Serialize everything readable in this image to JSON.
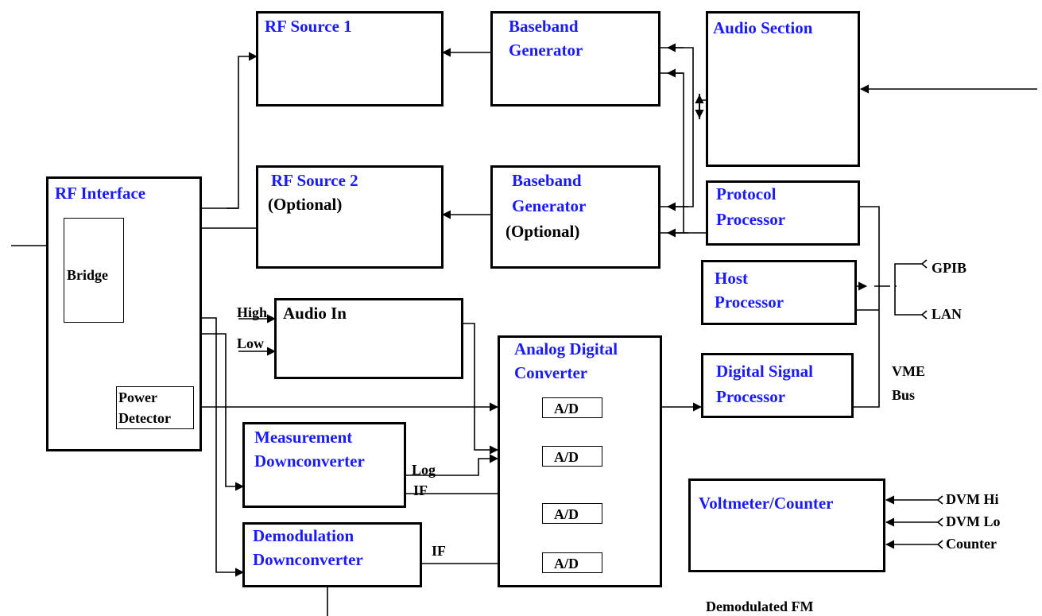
{
  "blocks": {
    "rf_source_1": "RF Source 1",
    "baseband_1_l1": "Baseband",
    "baseband_1_l2": "Generator",
    "audio_section": "Audio Section",
    "rf_source_2": "RF Source 2",
    "rf_source_2_opt": "(Optional)",
    "baseband_2_l1": "Baseband",
    "baseband_2_l2": "Generator",
    "baseband_2_opt": "(Optional)",
    "protocol_l1": "Protocol",
    "protocol_l2": "Processor",
    "rf_interface": "RF Interface",
    "bridge": "Bridge",
    "power_l1": "Power",
    "power_l2": "Detector",
    "host_l1": "Host",
    "host_l2": "Processor",
    "audio_in": "Audio In",
    "adc_l1": "Analog Digital",
    "adc_l2": "Converter",
    "dsp_l1": "Digital Signal",
    "dsp_l2": "Processor",
    "meas_l1": "Measurement",
    "meas_l2": "Downconverter",
    "demod_l1": "Demodulation",
    "demod_l2": "Downconverter",
    "voltmeter": "Voltmeter/Counter",
    "ad": "A/D"
  },
  "labels": {
    "gpib": "GPIB",
    "lan": "LAN",
    "vme_l1": "VME",
    "vme_l2": "Bus",
    "high": "High",
    "low": "Low",
    "log": "Log",
    "if_meas": "IF",
    "if_demod": "IF",
    "dvm_hi": "DVM Hi",
    "dvm_lo": "DVM Lo",
    "counter": "Counter",
    "demod_fm": "Demodulated FM"
  }
}
